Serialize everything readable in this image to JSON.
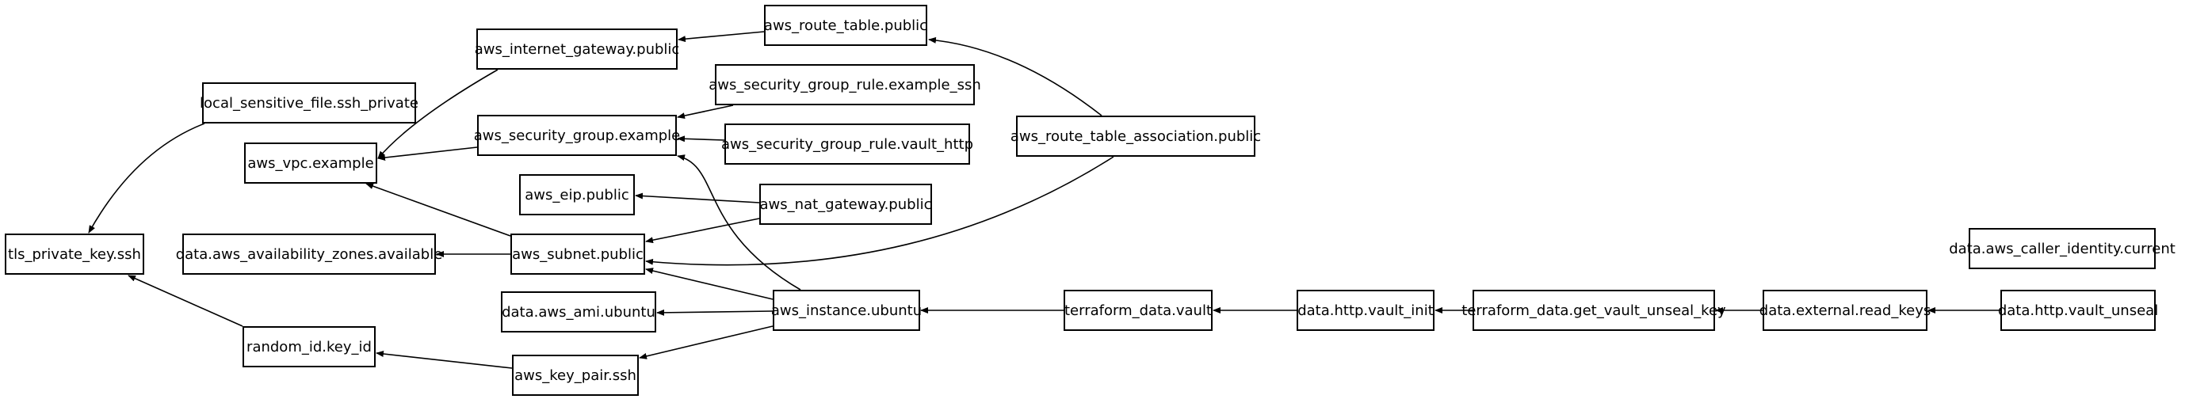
{
  "graph": {
    "nodes": [
      {
        "id": "tls_private_key",
        "label": "tls_private_key.ssh"
      },
      {
        "id": "local_sensitive_file",
        "label": "local_sensitive_file.ssh_private"
      },
      {
        "id": "aws_vpc",
        "label": "aws_vpc.example"
      },
      {
        "id": "random_id",
        "label": "random_id.key_id"
      },
      {
        "id": "data_azs",
        "label": "data.aws_availability_zones.available"
      },
      {
        "id": "aws_internet_gateway",
        "label": "aws_internet_gateway.public"
      },
      {
        "id": "aws_security_group",
        "label": "aws_security_group.example"
      },
      {
        "id": "aws_eip",
        "label": "aws_eip.public"
      },
      {
        "id": "aws_subnet",
        "label": "aws_subnet.public"
      },
      {
        "id": "data_ami",
        "label": "data.aws_ami.ubuntu"
      },
      {
        "id": "aws_key_pair",
        "label": "aws_key_pair.ssh"
      },
      {
        "id": "aws_route_table",
        "label": "aws_route_table.public"
      },
      {
        "id": "aws_sg_rule_ssh",
        "label": "aws_security_group_rule.example_ssh"
      },
      {
        "id": "aws_sg_rule_vault",
        "label": "aws_security_group_rule.vault_http"
      },
      {
        "id": "aws_nat_gateway",
        "label": "aws_nat_gateway.public"
      },
      {
        "id": "aws_instance",
        "label": "aws_instance.ubuntu"
      },
      {
        "id": "aws_rta",
        "label": "aws_route_table_association.public"
      },
      {
        "id": "terraform_data_vault",
        "label": "terraform_data.vault"
      },
      {
        "id": "data_http_vault_init",
        "label": "data.http.vault_init"
      },
      {
        "id": "terraform_data_unseal",
        "label": "terraform_data.get_vault_unseal_key"
      },
      {
        "id": "data_external_read_keys",
        "label": "data.external.read_keys"
      },
      {
        "id": "data_http_vault_unseal",
        "label": "data.http.vault_unseal"
      },
      {
        "id": "data_caller_identity",
        "label": "data.aws_caller_identity.current"
      }
    ],
    "edges": [
      {
        "from": "local_sensitive_file",
        "to": "tls_private_key"
      },
      {
        "from": "random_id",
        "to": "tls_private_key"
      },
      {
        "from": "aws_internet_gateway",
        "to": "aws_vpc"
      },
      {
        "from": "aws_security_group",
        "to": "aws_vpc"
      },
      {
        "from": "aws_subnet",
        "to": "aws_vpc"
      },
      {
        "from": "aws_route_table",
        "to": "aws_internet_gateway"
      },
      {
        "from": "aws_sg_rule_ssh",
        "to": "aws_security_group"
      },
      {
        "from": "aws_sg_rule_vault",
        "to": "aws_security_group"
      },
      {
        "from": "aws_rta",
        "to": "aws_route_table"
      },
      {
        "from": "aws_rta",
        "to": "aws_subnet"
      },
      {
        "from": "aws_nat_gateway",
        "to": "aws_eip"
      },
      {
        "from": "aws_nat_gateway",
        "to": "aws_subnet"
      },
      {
        "from": "aws_subnet",
        "to": "data_azs"
      },
      {
        "from": "aws_instance",
        "to": "aws_security_group"
      },
      {
        "from": "aws_instance",
        "to": "aws_subnet"
      },
      {
        "from": "aws_instance",
        "to": "data_ami"
      },
      {
        "from": "aws_instance",
        "to": "aws_key_pair"
      },
      {
        "from": "aws_key_pair",
        "to": "random_id"
      },
      {
        "from": "terraform_data_vault",
        "to": "aws_instance"
      },
      {
        "from": "data_http_vault_init",
        "to": "terraform_data_vault"
      },
      {
        "from": "terraform_data_unseal",
        "to": "data_http_vault_init"
      },
      {
        "from": "data_external_read_keys",
        "to": "terraform_data_unseal"
      },
      {
        "from": "data_http_vault_unseal",
        "to": "data_external_read_keys"
      }
    ]
  }
}
